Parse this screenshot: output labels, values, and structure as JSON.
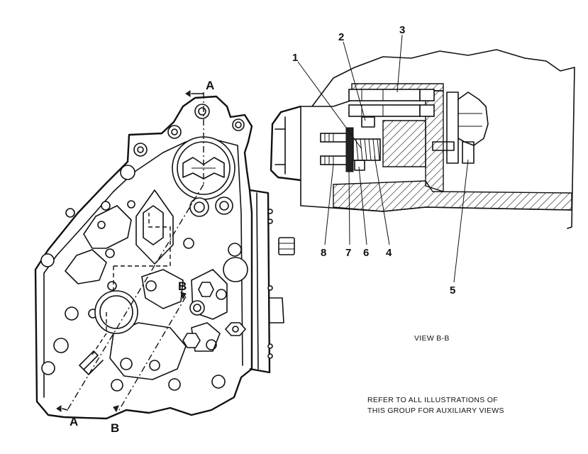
{
  "callouts": [
    {
      "id": "c1",
      "label": "1"
    },
    {
      "id": "c2",
      "label": "2"
    },
    {
      "id": "c3",
      "label": "3"
    },
    {
      "id": "c4",
      "label": "4"
    },
    {
      "id": "c5",
      "label": "5"
    },
    {
      "id": "c6",
      "label": "6"
    },
    {
      "id": "c7",
      "label": "7"
    },
    {
      "id": "c8",
      "label": "8"
    }
  ],
  "section_markers": {
    "a_top": "A",
    "a_bottom": "A",
    "b_top": "B",
    "b_bottom": "B"
  },
  "captions": {
    "view_label": "VIEW B-B",
    "note_line1": "REFER TO ALL ILLUSTRATIONS OF",
    "note_line2": "THIS GROUP FOR AUXILIARY VIEWS"
  }
}
